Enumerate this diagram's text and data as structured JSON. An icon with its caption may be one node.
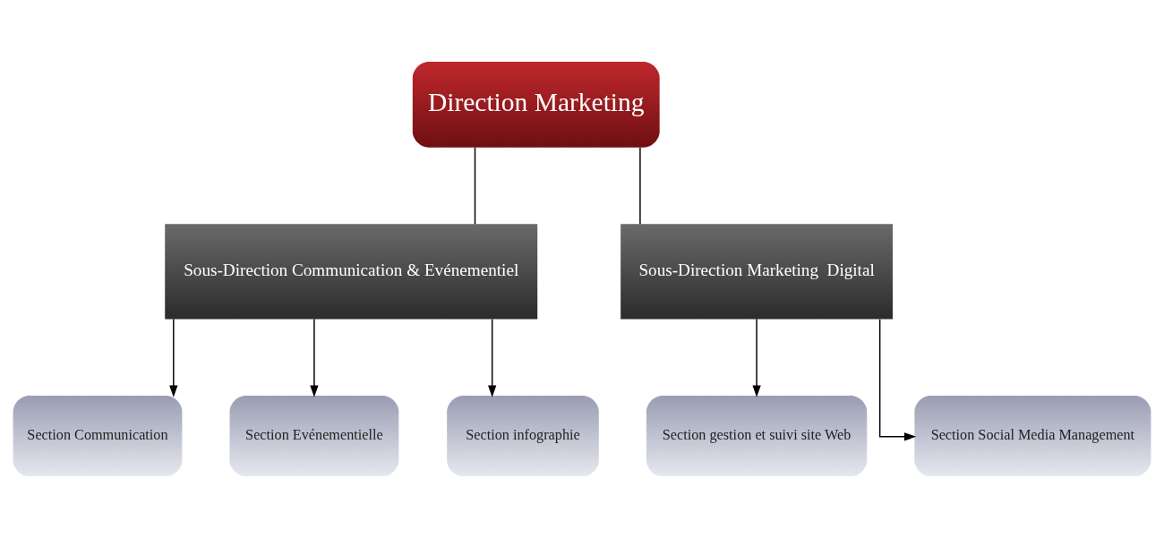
{
  "diagram": {
    "nodes": [
      {
        "text": [
          "Direction Marketing"
        ]
      },
      {
        "text": [
          "Sous-Direction Communication & Evénementiel"
        ]
      },
      {
        "text": [
          "Sous-Direction Marketing  Digital"
        ]
      },
      {
        "text": [
          "Section Communication"
        ]
      },
      {
        "text": [
          "Section Evénementielle"
        ]
      },
      {
        "text": [
          "Section infographie"
        ]
      },
      {
        "text": [
          "Section gestion et suivi site Web"
        ]
      },
      {
        "text": [
          "Section Social Media Management"
        ]
      }
    ],
    "edges": [
      {
        "from": 0,
        "to": 1,
        "arrow": "none"
      },
      {
        "from": 0,
        "to": 2,
        "arrow": "none"
      },
      {
        "from": 1,
        "to": 3,
        "arrow": "to"
      },
      {
        "from": 1,
        "to": 4,
        "arrow": "to"
      },
      {
        "from": 1,
        "to": 5,
        "arrow": "to"
      },
      {
        "from": 2,
        "to": 6,
        "arrow": "to"
      },
      {
        "from": 2,
        "to": 7,
        "arrow": "to"
      }
    ]
  }
}
